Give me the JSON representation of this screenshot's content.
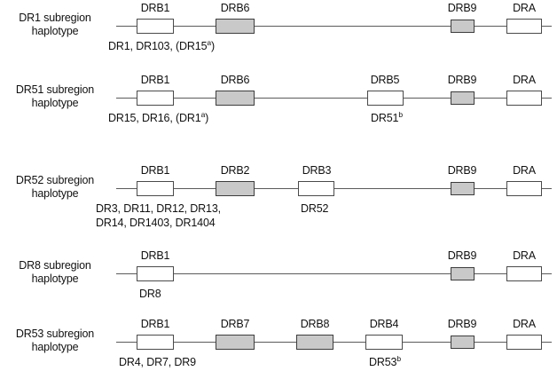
{
  "figure": {
    "type": "gene-map-diagram",
    "description": "HLA-DR subregion haplotype gene maps",
    "colors": {
      "background": "#ffffff",
      "line": "#5b5b5b",
      "box_outline": "#4a4a4a",
      "box_fill_open": "#ffffff",
      "box_fill_shaded": "#c9c9c9",
      "text": "#111111"
    },
    "rows": [
      {
        "id": "dr1",
        "title_line1": "DR1 subregion",
        "title_line2": "haplotype",
        "genes": [
          {
            "name": "DRB1",
            "shaded": false
          },
          {
            "name": "DRB6",
            "shaded": true
          },
          {
            "name": "DRB9",
            "shaded": true
          },
          {
            "name": "DRA",
            "shaded": false
          }
        ],
        "notes": [
          {
            "lines": [
              "DR1, DR103, (DR15a)"
            ],
            "sup": "a",
            "text_plain": "DR1, DR103, (DR15",
            "text_tail": ")"
          }
        ]
      },
      {
        "id": "dr51",
        "title_line1": "DR51 subregion",
        "title_line2": "haplotype",
        "genes": [
          {
            "name": "DRB1",
            "shaded": false
          },
          {
            "name": "DRB6",
            "shaded": true
          },
          {
            "name": "DRB5",
            "shaded": false
          },
          {
            "name": "DRB9",
            "shaded": true
          },
          {
            "name": "DRA",
            "shaded": false
          }
        ],
        "notes": [
          {
            "text_plain": "DR15, DR16, (DR1",
            "sup": "a",
            "text_tail": ")"
          },
          {
            "text_plain": "DR51",
            "sup": "b",
            "text_tail": ""
          }
        ]
      },
      {
        "id": "dr52",
        "title_line1": "DR52 subregion",
        "title_line2": "haplotype",
        "genes": [
          {
            "name": "DRB1",
            "shaded": false
          },
          {
            "name": "DRB2",
            "shaded": true
          },
          {
            "name": "DRB3",
            "shaded": false
          },
          {
            "name": "DRB9",
            "shaded": true
          },
          {
            "name": "DRA",
            "shaded": false
          }
        ],
        "notes": [
          {
            "line1": "DR3, DR11, DR12, DR13,",
            "line2": "DR14, DR1403, DR1404"
          },
          {
            "text_plain": "DR52",
            "sup": "",
            "text_tail": ""
          }
        ]
      },
      {
        "id": "dr8",
        "title_line1": "DR8 subregion",
        "title_line2": "haplotype",
        "genes": [
          {
            "name": "DRB1",
            "shaded": false
          },
          {
            "name": "DRB9",
            "shaded": true
          },
          {
            "name": "DRA",
            "shaded": false
          }
        ],
        "notes": [
          {
            "text_plain": "DR8",
            "sup": "",
            "text_tail": ""
          }
        ]
      },
      {
        "id": "dr53",
        "title_line1": "DR53 subregion",
        "title_line2": "haplotype",
        "genes": [
          {
            "name": "DRB1",
            "shaded": false
          },
          {
            "name": "DRB7",
            "shaded": true
          },
          {
            "name": "DRB8",
            "shaded": true
          },
          {
            "name": "DRB4",
            "shaded": false
          },
          {
            "name": "DRB9",
            "shaded": true
          },
          {
            "name": "DRA",
            "shaded": false
          }
        ],
        "notes": [
          {
            "text_plain": "DR4, DR7, DR9",
            "sup": "",
            "text_tail": ""
          },
          {
            "text_plain": "DR53",
            "sup": "b",
            "text_tail": ""
          }
        ]
      }
    ]
  }
}
